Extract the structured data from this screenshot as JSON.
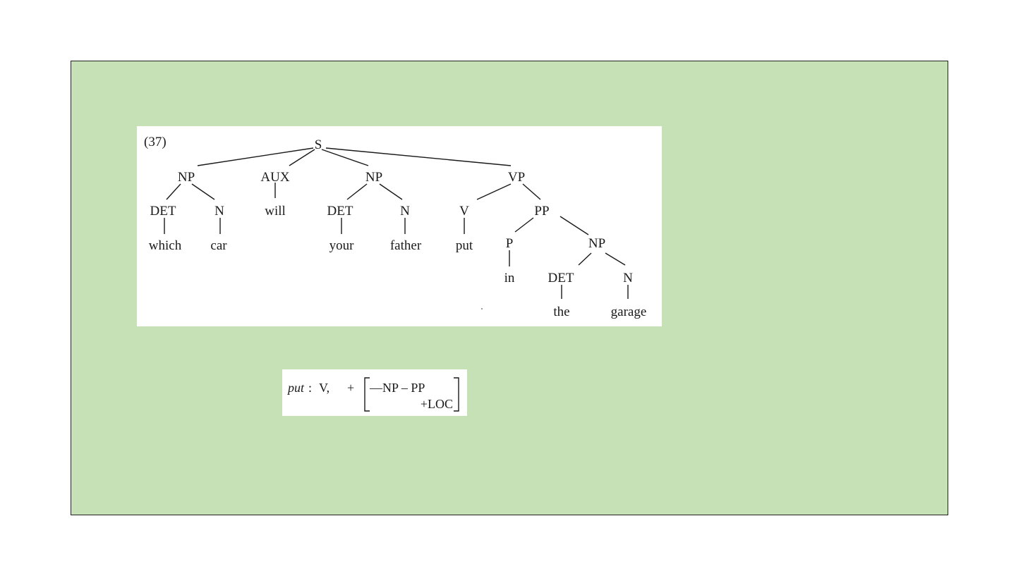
{
  "slide": {
    "background": "#c5e1b5"
  },
  "tree": {
    "number": "(37)",
    "nodes": {
      "s": "S",
      "np1": "NP",
      "aux": "AUX",
      "np2": "NP",
      "vp": "VP",
      "det1": "DET",
      "n1": "N",
      "will": "will",
      "det2": "DET",
      "n2": "N",
      "v": "V",
      "pp": "PP",
      "which": "which",
      "car": "car",
      "your": "your",
      "father": "father",
      "put": "put",
      "p": "P",
      "np3": "NP",
      "in": "in",
      "det3": "DET",
      "n3": "N",
      "the": "the",
      "garage": "garage"
    }
  },
  "entry": {
    "word": "put",
    "colon": ":",
    "category": "V,",
    "plus": "+",
    "frame": "—NP – PP",
    "feature": "+LOC"
  }
}
